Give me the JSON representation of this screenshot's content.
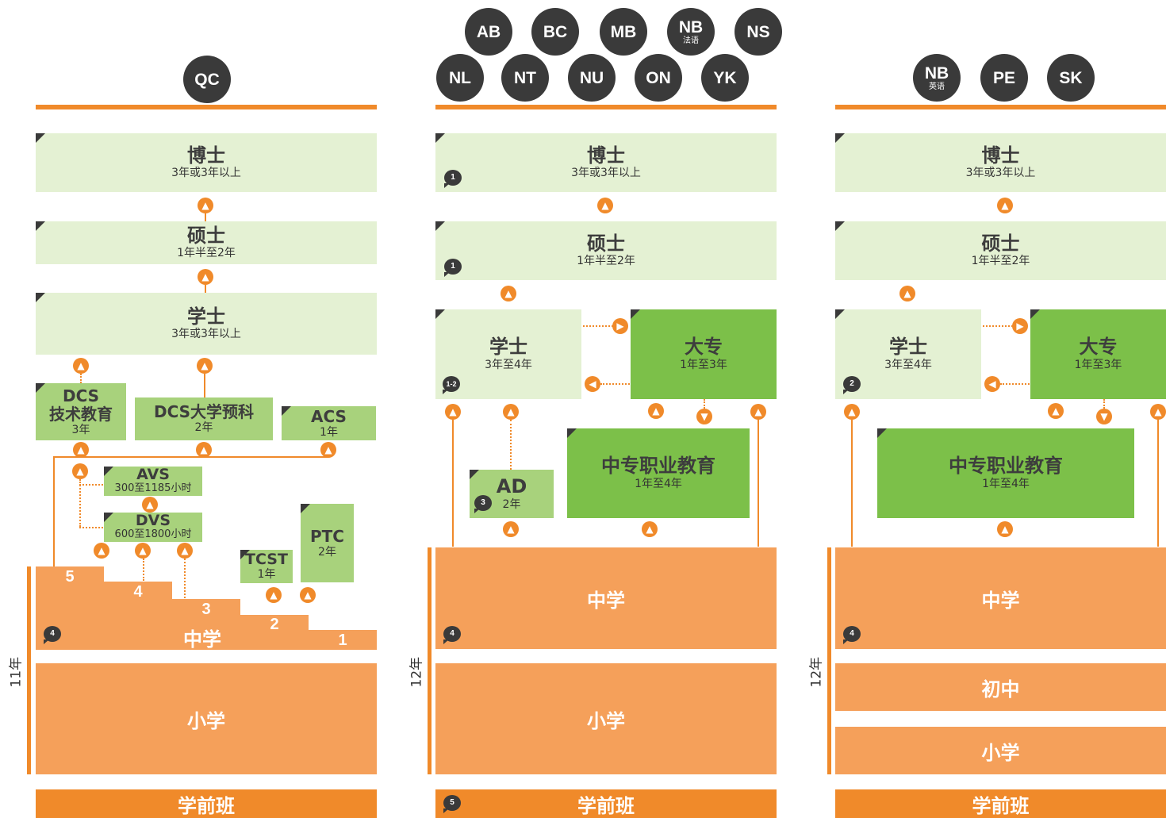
{
  "colors": {
    "orange": "#f08a2a",
    "light_orange": "#f5a05a",
    "light_green": "#e4f1d3",
    "mid_green": "#a8d27c",
    "dark_green": "#7cc049",
    "badge": "#3a3a3a"
  },
  "icons": {
    "arrow_up": "arrow-up-icon",
    "arrow_down": "arrow-down-icon",
    "arrow_right": "arrow-right-icon",
    "arrow_left": "arrow-left-icon",
    "note": "speech-bubble-icon"
  },
  "glyphs": {
    "up": "▲",
    "down": "▼",
    "right": "▶",
    "left": "◀"
  },
  "col1": {
    "badges": [
      {
        "code": "QC"
      }
    ],
    "phd": {
      "title": "博士",
      "dur": "3年或3年以上"
    },
    "master": {
      "title": "硕士",
      "dur": "1年半至2年"
    },
    "bachelor": {
      "title": "学士",
      "dur": "3年或3年以上"
    },
    "dcs": {
      "title1": "DCS",
      "title2": "技术教育",
      "dur": "3年"
    },
    "dcs_prep": {
      "title": "DCS大学预科",
      "dur": "2年"
    },
    "acs": {
      "title": "ACS",
      "dur": "1年"
    },
    "avs": {
      "title": "AVS",
      "dur": "300至1185小时"
    },
    "dvs": {
      "title": "DVS",
      "dur": "600至1800小时"
    },
    "tcst": {
      "title": "TCST",
      "dur": "1年"
    },
    "ptc": {
      "title": "PTC",
      "dur": "2年"
    },
    "steps": [
      "5",
      "4",
      "3",
      "2",
      "1"
    ],
    "secondary": "中学",
    "primary": "小学",
    "preschool": "学前班",
    "years": "11年",
    "note": "4"
  },
  "col2": {
    "badges": [
      {
        "code": "AB"
      },
      {
        "code": "BC"
      },
      {
        "code": "MB"
      },
      {
        "code": "NB",
        "sub": "法语"
      },
      {
        "code": "NS"
      },
      {
        "code": "NL"
      },
      {
        "code": "NT"
      },
      {
        "code": "NU"
      },
      {
        "code": "ON"
      },
      {
        "code": "YK"
      }
    ],
    "phd": {
      "title": "博士",
      "dur": "3年或3年以上",
      "note": "1"
    },
    "master": {
      "title": "硕士",
      "dur": "1年半至2年",
      "note": "1"
    },
    "bachelor": {
      "title": "学士",
      "dur": "3年至4年",
      "note": "1-2"
    },
    "college": {
      "title": "大专",
      "dur": "1年至3年"
    },
    "ad": {
      "title": "AD",
      "dur": "2年",
      "note": "3"
    },
    "vocational": {
      "title": "中专职业教育",
      "dur": "1年至4年"
    },
    "secondary": "中学",
    "primary": "小学",
    "preschool": "学前班",
    "years": "12年",
    "note": "4",
    "note_pre": "5"
  },
  "col3": {
    "badges": [
      {
        "code": "NB",
        "sub": "英语"
      },
      {
        "code": "PE"
      },
      {
        "code": "SK"
      }
    ],
    "phd": {
      "title": "博士",
      "dur": "3年或3年以上"
    },
    "master": {
      "title": "硕士",
      "dur": "1年半至2年"
    },
    "bachelor": {
      "title": "学士",
      "dur": "3年至4年",
      "note": "2"
    },
    "college": {
      "title": "大专",
      "dur": "1年至3年"
    },
    "vocational": {
      "title": "中专职业教育",
      "dur": "1年至4年"
    },
    "secondary": "中学",
    "junior": "初中",
    "primary": "小学",
    "preschool": "学前班",
    "years": "12年",
    "note": "4"
  }
}
